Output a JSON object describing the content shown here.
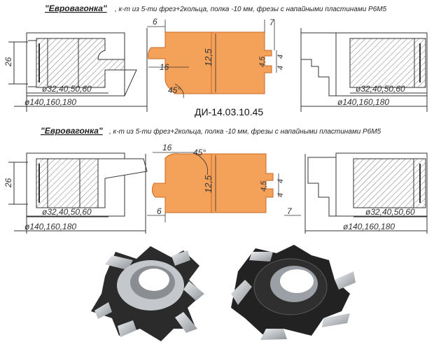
{
  "top": {
    "title": "\"Евровагонка\"",
    "subtitle": ", к-т из 5-ти фрез+2кольца, полка -10 мм, фрезы с напайными пластинами Р6М5",
    "left_height": "26",
    "left_dia_small": "ø32,40,50,60",
    "left_dia_large": "ø140,160,180",
    "right_dia_small": "ø32,40,50,60",
    "right_dia_large": "ø140,160,180",
    "dim_6": "6",
    "dim_7": "7",
    "dim_12_5": "12,5",
    "dim_4_5": "4,5",
    "dim_4a": "4",
    "dim_4b": "4",
    "dim_16": "16",
    "angle": "45°"
  },
  "code": "ДИ-14.03.10.45",
  "bottom": {
    "title": "\"Евровагонка\"",
    "subtitle": ", к-т из 5-ти фрез+2кольца, полка -10 мм, фрезы с напайными пластинами Р6М5",
    "left_height": "26",
    "left_dia_small": "ø32,40,50,60",
    "left_dia_large": "ø140,160,180",
    "right_dia_small": "ø32,40,50,60",
    "right_dia_large": "ø140,160,180",
    "dim_16": "16",
    "angle": "45°",
    "dim_12_5": "12,5",
    "dim_4_5": "4,5",
    "dim_4a": "4",
    "dim_4b": "4",
    "dim_6": "6",
    "dim_7": "7"
  },
  "colors": {
    "profile_fill": "#f4a15a",
    "profile_stroke": "#c86a28",
    "line": "#333333",
    "hatch": "#555555",
    "cutter_body": "#2b2b2b",
    "cutter_blade": "#c9ccd0"
  },
  "photos": {
    "left": "cutter-set-photo",
    "right": "cutter-single-photo"
  }
}
